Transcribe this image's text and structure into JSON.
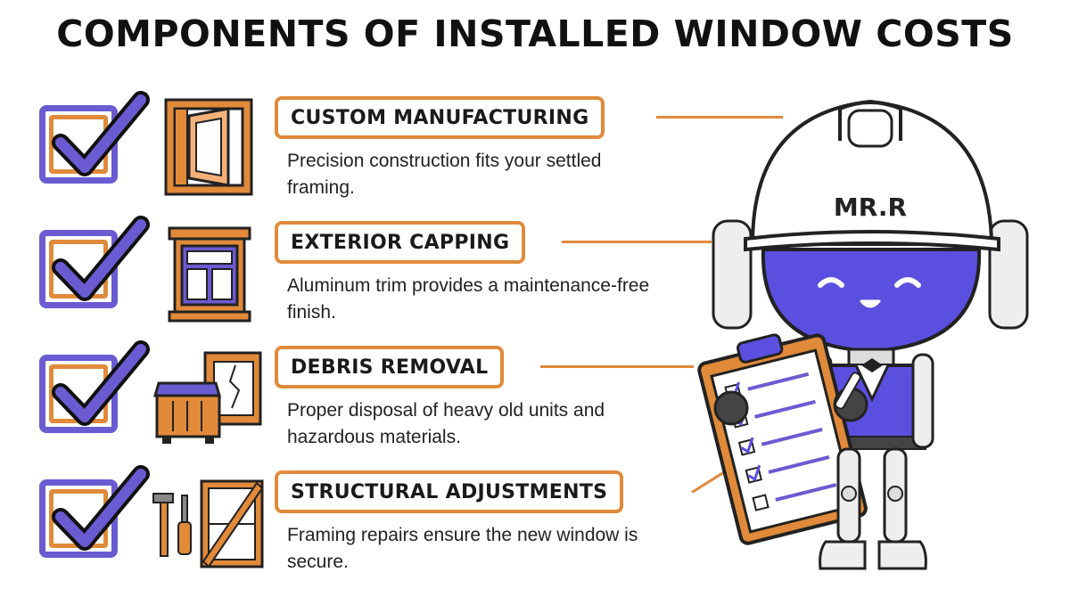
{
  "title": "COMPONENTS OF INSTALLED WINDOW COSTS",
  "colors": {
    "accent_orange": "#e08a3a",
    "accent_purple": "#6b5bd2",
    "text_dark": "#1a1a1a"
  },
  "items": [
    {
      "label": "CUSTOM MANUFACTURING",
      "description": "Precision construction fits your settled framing.",
      "icon": "window-frame-icon"
    },
    {
      "label": "EXTERIOR CAPPING",
      "description": "Aluminum trim provides a maintenance-free finish.",
      "icon": "window-trim-icon"
    },
    {
      "label": "DEBRIS REMOVAL",
      "description": "Proper disposal of heavy old units and hazardous materials.",
      "icon": "dumpster-icon"
    },
    {
      "label": "STRUCTURAL ADJUSTMENTS",
      "description": "Framing repairs ensure the new window is secure.",
      "icon": "tools-icon"
    }
  ],
  "mascot": {
    "helmet_text": "MR.R"
  }
}
